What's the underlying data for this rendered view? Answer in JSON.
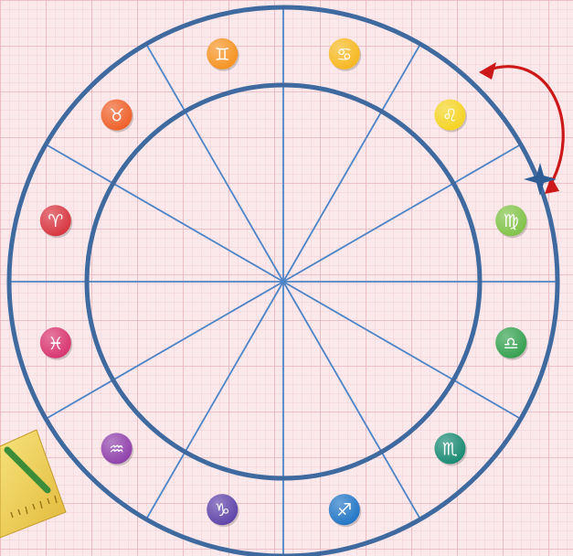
{
  "diagram": {
    "sign_icons": [
      {
        "id": "aries",
        "glyph": "♈",
        "color": "#d62f3a"
      },
      {
        "id": "taurus",
        "glyph": "♉",
        "color": "#ee5b22"
      },
      {
        "id": "gemini",
        "glyph": "♊",
        "color": "#f5901c"
      },
      {
        "id": "cancer",
        "glyph": "♋",
        "color": "#f6b61a"
      },
      {
        "id": "leo",
        "glyph": "♌",
        "color": "#f4d21c"
      },
      {
        "id": "virgo",
        "glyph": "♍",
        "color": "#7dc142"
      },
      {
        "id": "libra",
        "glyph": "♎",
        "color": "#2f9e4b"
      },
      {
        "id": "scorpio",
        "glyph": "♏",
        "color": "#13876f"
      },
      {
        "id": "sagittarius",
        "glyph": "♐",
        "color": "#1b72c4"
      },
      {
        "id": "capricorn",
        "glyph": "♑",
        "color": "#5a3ea7"
      },
      {
        "id": "aquarius",
        "glyph": "♒",
        "color": "#8c3ba8"
      },
      {
        "id": "pisces",
        "glyph": "♓",
        "color": "#d72f6b"
      }
    ],
    "colors": {
      "ring": "#3f6a9f",
      "spoke": "#4c84c6",
      "marker": "#2e5d96",
      "arrow": "#cc1818",
      "paper": "#fbe8ea",
      "grid_minor": "#f0c9cf",
      "grid_major": "#e8b3bb"
    }
  }
}
